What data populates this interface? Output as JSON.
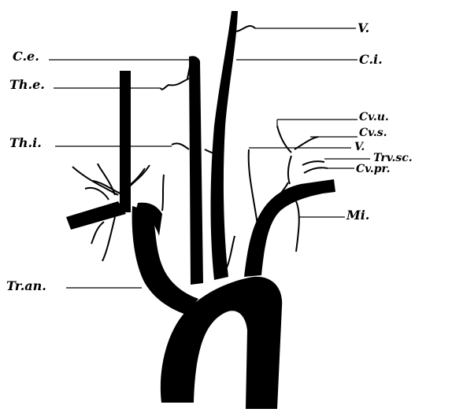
{
  "labels": {
    "v_top": "V.",
    "ce": "C.e.",
    "ci": "C.i.",
    "the": "Th.e.",
    "cvu": "Cv.u.",
    "cvs": "Cv.s.",
    "thi": "Th.i.",
    "v_mid": "V.",
    "trvsc": "Trv.sc.",
    "cvpr": "Cv.pr.",
    "mi": "Mi.",
    "tran": "Tr.an."
  }
}
